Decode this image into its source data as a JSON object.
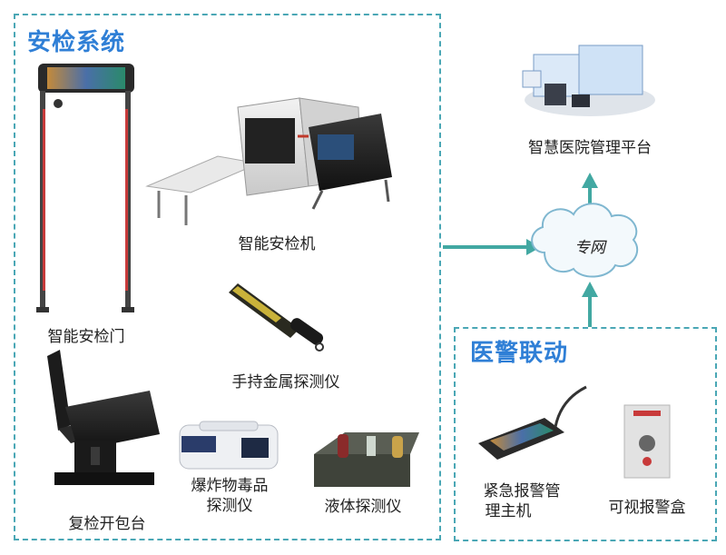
{
  "colors": {
    "border": "#4aa7b5",
    "title": "#2f7fd6",
    "arrow": "#42a8a2",
    "cloud_stroke": "#7fb7d0",
    "cloud_fill": "#f3f9fc"
  },
  "security_group": {
    "title": "安检系统",
    "items": {
      "gate": "智能安检门",
      "xray": "智能安检机",
      "handheld": "手持金属探测仪",
      "bag_station": "复检开包台",
      "explosive_line1": "爆炸物毒品",
      "explosive_line2": "探测仪",
      "liquid": "液体探测仪"
    }
  },
  "network": {
    "label": "专网"
  },
  "platform": {
    "label": "智慧医院管理平台"
  },
  "police_group": {
    "title": "医警联动",
    "items": {
      "alarm_host_line1": "紧急报警管",
      "alarm_host_line2": "理主机",
      "visual_alarm_box": "可视报警盒"
    }
  }
}
